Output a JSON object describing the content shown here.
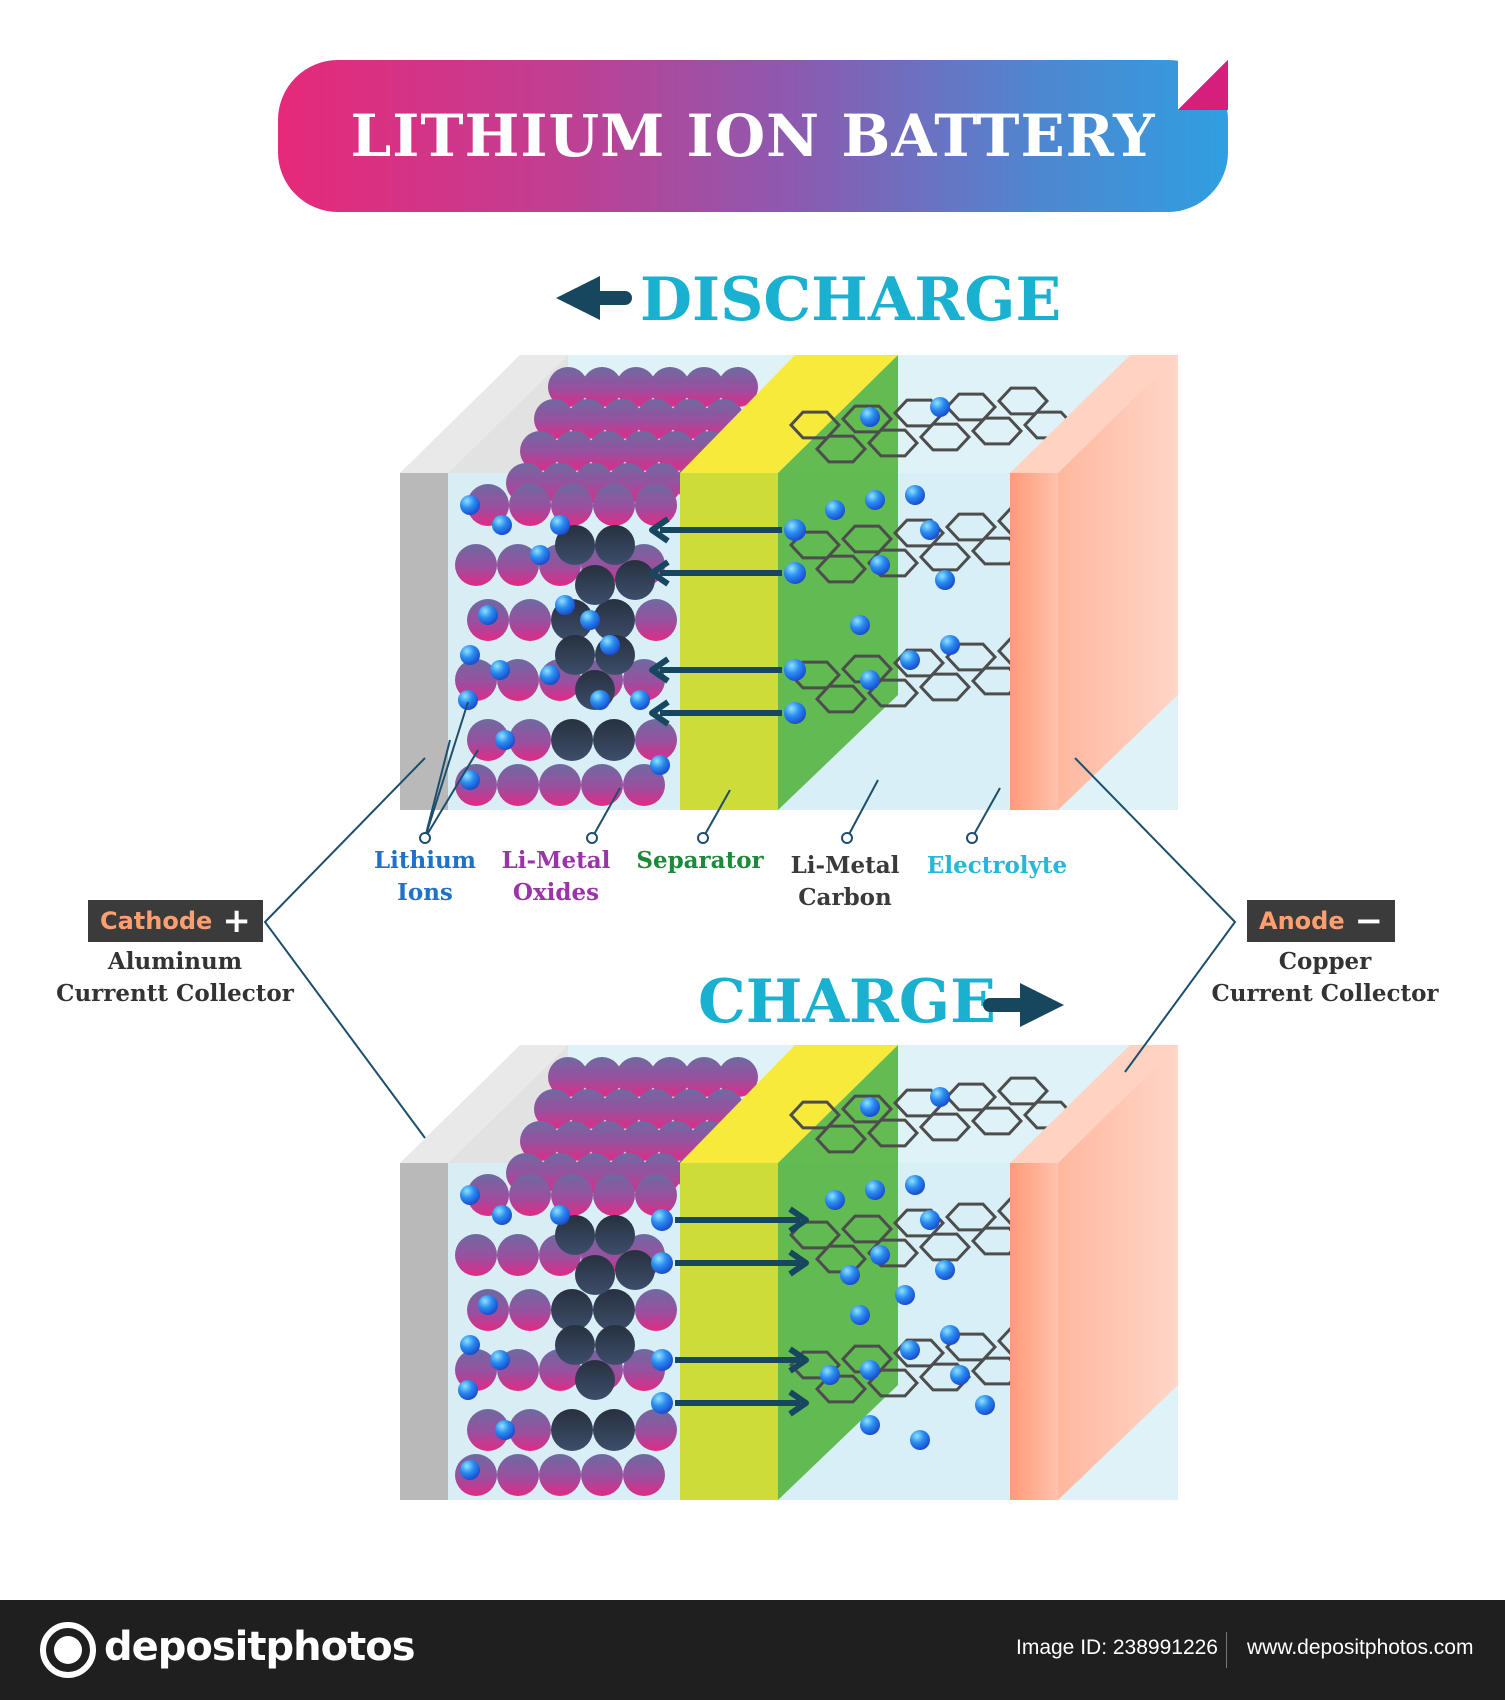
{
  "title": "LITHIUM ION BATTERY",
  "discharge_label": "DISCHARGE",
  "charge_label": "CHARGE",
  "labels": {
    "lithium_ions": [
      "Lithium",
      "Ions"
    ],
    "li_metal_oxides": [
      "Li-Metal",
      "Oxides"
    ],
    "separator": "Separator",
    "li_metal_carbon": [
      "Li-Metal",
      "Carbon"
    ],
    "electrolyte": "Electrolyte"
  },
  "cathode": {
    "tag": "Cathode",
    "sign": "+",
    "desc": [
      "Aluminum",
      "Currentt Collector"
    ]
  },
  "anode": {
    "tag": "Anode",
    "sign": "−",
    "desc": [
      "Copper",
      "Current Collector"
    ]
  },
  "colors": {
    "discharge_heading": "#1ab0cf",
    "arrow": "#17475f",
    "separator": "#cddc39",
    "separator_top": "#f7ea3a",
    "anode_layer": "#5cb749",
    "cathode_slab": "#ff9f7d",
    "electrolyte": "#d7eff7",
    "ion": "#1e7fe6"
  },
  "footer": {
    "logo": "depositphotos",
    "image_id": "Image ID: 238991226",
    "url": "www.depositphotos.com"
  }
}
